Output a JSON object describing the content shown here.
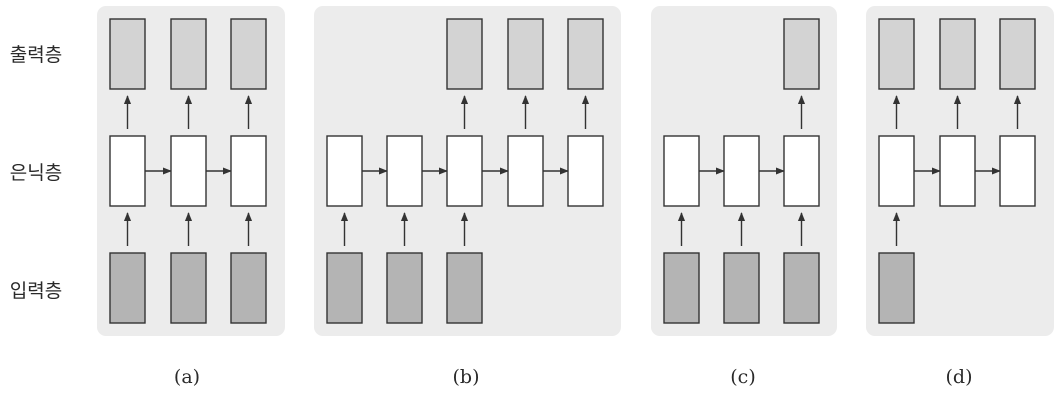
{
  "row_labels": {
    "output": "출력층",
    "hidden": "은닉층",
    "input": "입력층"
  },
  "panels": [
    {
      "label": "(a)",
      "input_count": 3,
      "output_count": 3,
      "hidden_count": 3
    },
    {
      "label": "(b)",
      "input_count": 3,
      "output_count": 3,
      "hidden_count": 5
    },
    {
      "label": "(c)",
      "input_count": 3,
      "output_count": 1,
      "hidden_count": 3
    },
    {
      "label": "(d)",
      "input_count": 1,
      "output_count": 3,
      "hidden_count": 3
    }
  ],
  "colors": {
    "panel_bg": "#ececec",
    "output_box": "#d3d3d3",
    "input_box": "#b4b4b4",
    "hidden_box": "#ffffff",
    "stroke": "#333333"
  }
}
